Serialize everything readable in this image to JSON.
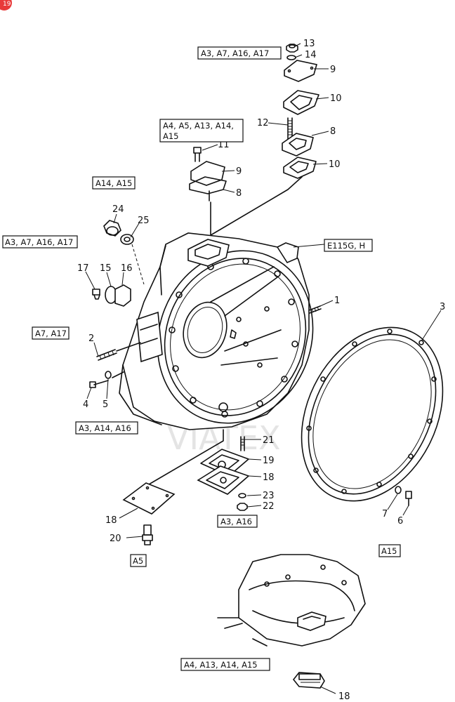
{
  "corner_badge": "19",
  "watermark_text": "VIATEX",
  "watermark_color": "#e83a3a",
  "variant_labels": {
    "top_a": "A3, A7, A16, A17",
    "top_b_line1": "A4, A5, A13, A14,",
    "top_b_line2": "A15",
    "a14_a15": "A14, A15",
    "left_a3": "A3, A7, A16, A17",
    "housing_ref": "E115G, H",
    "a7_a17": "A7, A17",
    "a3_a14_a16": "A3, A14, A16",
    "a3_a16": "A3, A16",
    "a5": "A5",
    "a15": "A15",
    "bottom": "A4, A13, A14, A15"
  },
  "callouts": {
    "c13": "13",
    "c14": "14",
    "c9a": "9",
    "c10a": "10",
    "c12": "12",
    "c8a": "8",
    "c10b": "10",
    "c11": "11",
    "c9b": "9",
    "c8b": "8",
    "c24": "24",
    "c25": "25",
    "c17": "17",
    "c15": "15",
    "c16": "16",
    "c1": "1",
    "c3": "3",
    "c2": "2",
    "c4": "4",
    "c5": "5",
    "c21": "21",
    "c19": "19",
    "c18a": "18",
    "c23": "23",
    "c22": "22",
    "c18b": "18",
    "c20": "20",
    "c7": "7",
    "c6": "6",
    "c18c": "18"
  }
}
